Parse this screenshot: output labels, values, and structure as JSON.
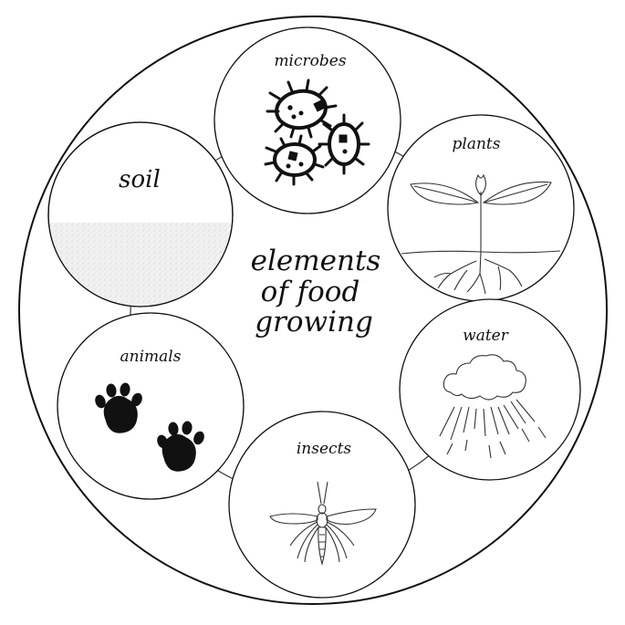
{
  "diagram": {
    "title_lines": [
      "elements",
      "of food",
      "growing"
    ],
    "nodes": {
      "microbes": {
        "label": "microbes",
        "icon": "microbes-icon"
      },
      "plants": {
        "label": "plants",
        "icon": "sprout-icon"
      },
      "water": {
        "label": "water",
        "icon": "rain-cloud-icon"
      },
      "insects": {
        "label": "insects",
        "icon": "mosquito-icon"
      },
      "animals": {
        "label": "animals",
        "icon": "paw-prints-icon"
      },
      "soil": {
        "label": "soil",
        "icon": "soil-texture"
      }
    },
    "colors": {
      "ink": "#111111",
      "background": "#ffffff"
    }
  }
}
